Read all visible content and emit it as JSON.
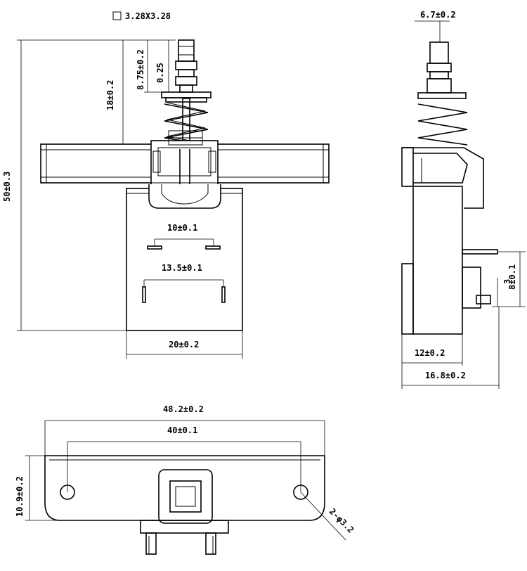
{
  "dims": {
    "pin_square": "3.28X3.28",
    "height_total": "50±0.3",
    "height_shaft": "18±0.2",
    "stroke": "8.75±0.2",
    "groove": "0.25",
    "terminal_short_pitch": "10±0.1",
    "terminal_long_pitch": "13.5±0.1",
    "body_width": "20±0.2",
    "side_top": "6.7±0.2",
    "side_pin_height": "8±0.1",
    "side_pin_width": "3",
    "side_body": "12±0.2",
    "side_total": "16.8±0.2",
    "bottom_total": "48.2±0.2",
    "bottom_hole_pitch": "40±0.1",
    "bottom_height": "10.9±0.2",
    "bottom_holes": "2-φ3.2"
  }
}
